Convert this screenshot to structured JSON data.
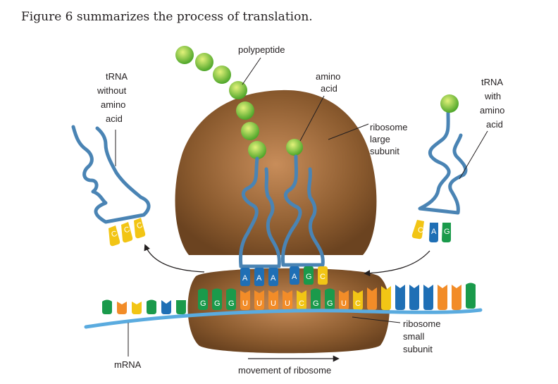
{
  "caption": "Figure 6 summarizes the process of translation.",
  "labels": {
    "polypeptide": "polypeptide",
    "amino_acid": [
      "amino",
      "acid"
    ],
    "ribosome_large": [
      "ribosome",
      "large",
      "subunit"
    ],
    "trna_without": [
      "tRNA",
      "without",
      "amino",
      "acid"
    ],
    "trna_with": [
      "tRNA",
      "with",
      "amino",
      "acid"
    ],
    "ribosome_small": [
      "ribosome",
      "small",
      "subunit"
    ],
    "mrna": "mRNA",
    "movement": "movement of ribosome"
  },
  "codons": {
    "left_trna_anticodon": [
      "C",
      "C",
      "C"
    ],
    "right_trna_anticodon": [
      "C",
      "A",
      "G"
    ],
    "p_site_anticodon": [
      "A",
      "A",
      "A"
    ],
    "a_site_anticodon": [
      "A",
      "G",
      "C"
    ],
    "mrna_visible": [
      "G",
      "G",
      "G",
      "U",
      "U",
      "U",
      "U",
      "C",
      "G",
      "G",
      "U",
      "C"
    ]
  },
  "colors": {
    "ribosome": "#8a5a2e",
    "trna": "#4a84b4",
    "mrna_backbone": "#5aabdf",
    "amino_acid": "#8cc63f",
    "base_G": "#1a9a4b",
    "base_U": "#f28c28",
    "base_C": "#f2c515",
    "base_A": "#1f6fb5"
  }
}
